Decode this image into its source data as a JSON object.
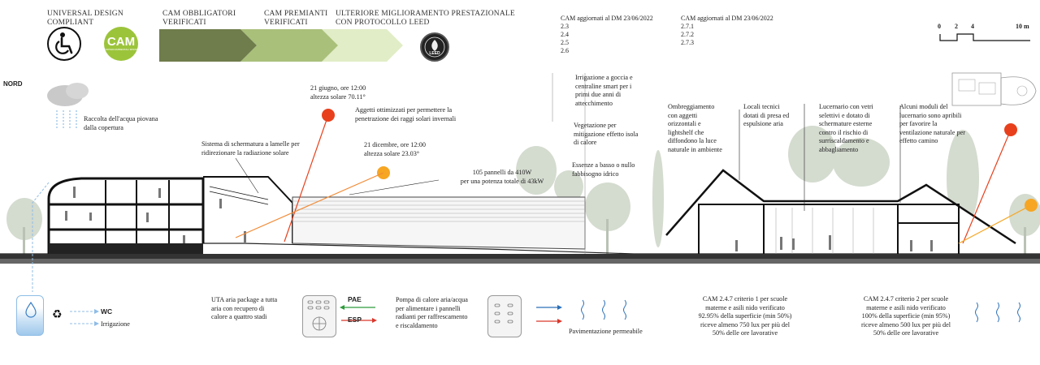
{
  "header": {
    "universal_design": "UNIVERSAL DESIGN\nCOMPLIANT",
    "cam_obbligatori": "CAM OBBLIGATORI\nVERIFICATI",
    "cam_premianti": "CAM PREMIANTI\nVERIFICATI",
    "ulteriore": "ULTERIORE MIGLIORAMENTO PRESTAZIONALE\nCON PROTOCOLLO LEED",
    "cam_logo_text": "CAM",
    "cam_logo_sub": "CRITERI AMBIENTALI MINIMI",
    "leed_logo_text": "LEED"
  },
  "colors": {
    "bar_dark": "#6e7c4a",
    "bar_mid": "#a9c07a",
    "bar_light": "#d6e6b4",
    "cam_green": "#9cc43b",
    "sun": "#e8401c",
    "sun_yellow": "#f6a623",
    "tree": "#c9d2c3",
    "blue_arrow": "#2a6fb7",
    "red_arrow": "#d9372b",
    "green_arrow": "#2f9a3c",
    "water": "#8fbde6"
  },
  "cam_updates": {
    "col1_title": "CAM aggiornati al DM 23/06/2022",
    "col1_items": [
      "2.3",
      "2.4",
      "2.5",
      "2.6"
    ],
    "col2_title": "CAM aggiornati al DM 23/06/2022",
    "col2_items": [
      "2.7.1",
      "2.7.2",
      "2.7.3"
    ]
  },
  "scale": {
    "ticks": [
      "0",
      "2",
      "4",
      "10 m"
    ]
  },
  "north": "NORD",
  "annotations": {
    "rain": "Raccolta dell'acqua piovana\ndalla copertura",
    "louvers": "Sistema di schermatura a lamelle per\nridirezionare la radiazione solare",
    "june": "21 giugno, ore 12:00\naltezza solare 70.11°",
    "overhangs": "Aggetti ottimizzati per permettere la\npenetrazione dei raggi solari invernali",
    "december": "21 dicembre, ore 12:00\naltezza solare 23.03°",
    "panels": "105 pannelli da 410W\nper una potenza totale di 43kW",
    "irrigation": "Irrigazione a goccia e\ncentraline smart per i\nprimi due anni di\nattecchimento",
    "vegetation": "Vegetazione per\nmitigazione effetto isola\ndi calore",
    "essences": "Essenze a basso o nullo\nfabbisogno idrico",
    "shading": "Ombreggiamento\ncon aggetti\norizzontali e\nlightshelf che\ndiffondono la luce\nnaturale in ambiente",
    "technical": "Locali tecnici\ndotati di presa ed\nespulsione aria",
    "skylight": "Lucernario con vetri\nselettivi e dotato di\nschermature esterne\ncontro il rischio di\nsurriscaldamento e\nabbagliamento",
    "modules": "Alcuni moduli del\nlucernario sono apribili\nper favorire la\nventilazione naturale per\neffetto camino"
  },
  "legend": {
    "wc": "WC",
    "irrigazione": "Irrigazione",
    "uta": "UTA aria package a tutta\naria con recupero di\ncalore a quattro stadi",
    "pae": "PAE",
    "esp": "ESP",
    "pompa": "Pompa di calore aria/acqua\nper alimentare i pannelli\nradianti per raffrescamento\ne riscaldamento",
    "paving": "Pavimentazione permeabile",
    "cam1": "CAM 2.4.7 criterio 1 per scuole\nmaterne e asili nido verificato\n92.95% della superficie (min 50%)\nriceve almeno 750 lux per più del\n50% delle ore lavorative",
    "cam2": "CAM 2.4.7 criterio 2 per scuole\nmaterne e asili nido verificato\n100% della superficie (min 95%)\nriceve almeno 500 lux per più del\n50% delle ore lavorative"
  }
}
